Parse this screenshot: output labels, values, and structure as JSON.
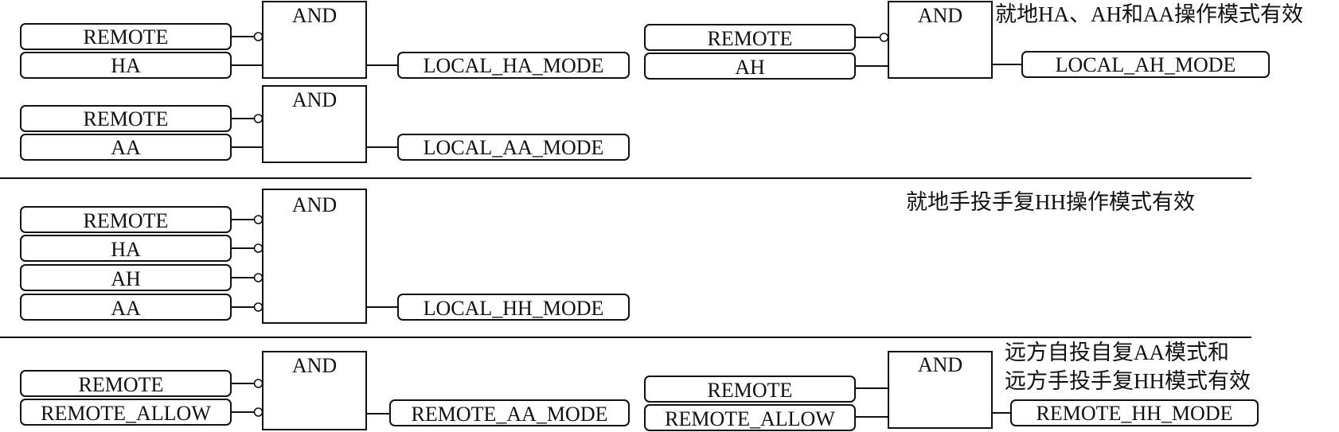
{
  "gates": [
    {
      "id": "g1",
      "label": "AND",
      "inputs": [
        {
          "text": "REMOTE",
          "inverted": true
        },
        {
          "text": "HA",
          "inverted": false
        }
      ],
      "output": "LOCAL_HA_MODE"
    },
    {
      "id": "g2",
      "label": "AND",
      "inputs": [
        {
          "text": "REMOTE",
          "inverted": true
        },
        {
          "text": "AA",
          "inverted": false
        }
      ],
      "output": "LOCAL_AA_MODE"
    },
    {
      "id": "g3",
      "label": "AND",
      "inputs": [
        {
          "text": "REMOTE",
          "inverted": true
        },
        {
          "text": "AH",
          "inverted": false
        }
      ],
      "output": "LOCAL_AH_MODE"
    },
    {
      "id": "g4",
      "label": "AND",
      "inputs": [
        {
          "text": "REMOTE",
          "inverted": true
        },
        {
          "text": "HA",
          "inverted": true
        },
        {
          "text": "AH",
          "inverted": true
        },
        {
          "text": "AA",
          "inverted": true
        }
      ],
      "output": "LOCAL_HH_MODE"
    },
    {
      "id": "g5",
      "label": "AND",
      "inputs": [
        {
          "text": "REMOTE",
          "inverted": true
        },
        {
          "text": "REMOTE_ALLOW",
          "inverted": true
        }
      ],
      "output": "REMOTE_AA_MODE"
    },
    {
      "id": "g6",
      "label": "AND",
      "inputs": [
        {
          "text": "REMOTE",
          "inverted": false
        },
        {
          "text": "REMOTE_ALLOW",
          "inverted": false
        }
      ],
      "output": "REMOTE_HH_MODE"
    }
  ],
  "notes": {
    "local_ha_ah_aa": "就地HA、AH和AA操作模式有效",
    "local_hh": "就地手投手复HH操作模式有效",
    "remote_line1": "远方自投自复AA模式和",
    "remote_line2": "远方手投手复HH模式有效"
  }
}
